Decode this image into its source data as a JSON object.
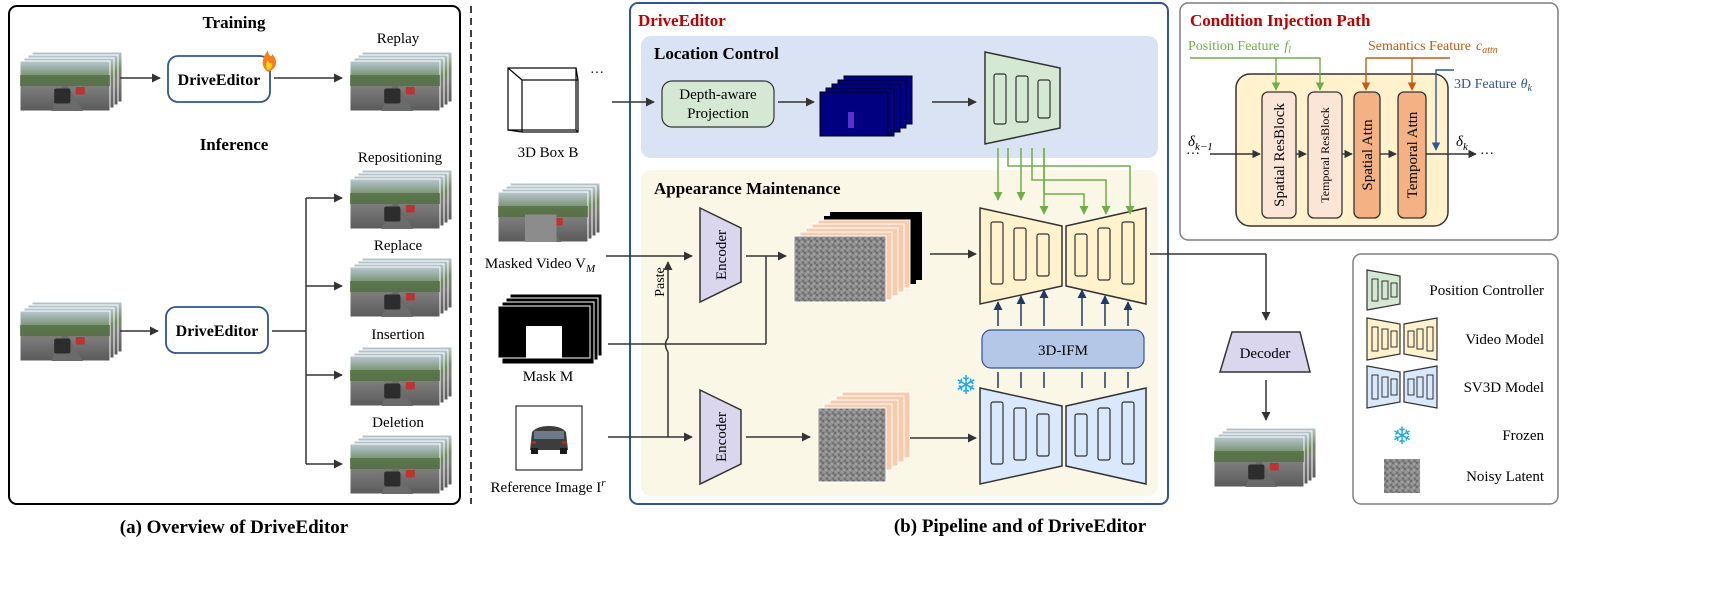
{
  "left_panel": {
    "training_title": "Training",
    "inference_title": "Inference",
    "model_name": "DriveEditor",
    "outputs": {
      "replay": "Replay",
      "repositioning": "Repositioning",
      "replace": "Replace",
      "insertion": "Insertion",
      "deletion": "Deletion"
    },
    "caption": "(a) Overview of DriveEditor"
  },
  "inputs": {
    "box": "3D Box B",
    "ellipsis": "···",
    "masked_video": "Masked Video V",
    "masked_video_sub": "M",
    "mask": "Mask M",
    "reference": "Reference Image I",
    "reference_sup": "r",
    "paste": "Paste"
  },
  "pipeline": {
    "title": "DriveEditor",
    "location_title": "Location Control",
    "projection_line1": "Depth-aware",
    "projection_line2": "Projection",
    "appearance_title": "Appearance  Maintenance",
    "encoder": "Encoder",
    "ifm": "3D-IFM",
    "decoder": "Decoder",
    "caption": "(b) Pipeline and  of DriveEditor"
  },
  "condition": {
    "title": "Condition  Injection  Path",
    "position_feature": "Position Feature",
    "position_symbol": "f",
    "position_sub": "l",
    "semantics_feature": "Semantics Feature",
    "semantics_symbol": "c",
    "semantics_sub": "attn",
    "feature_3d": "3D Feature",
    "feature_3d_symbol": "θ",
    "feature_3d_sub": "k",
    "delta_in": "δ",
    "delta_in_sub": "k−1",
    "delta_out": "δ",
    "delta_out_sub": "k",
    "dots": "···",
    "blocks": [
      "Spatial ResBlock",
      "Temporal  ResBlock",
      "Spatial Attn",
      "Temporal Attn"
    ]
  },
  "legend": {
    "position_controller": "Position Controller",
    "video_model": "Video Model",
    "sv3d_model": "SV3D Model",
    "frozen": "Frozen",
    "noisy_latent": "Noisy Latent"
  },
  "colors": {
    "accent_red": "#c00000",
    "pipeline_border": "#2f5597",
    "location_bg": "#dae3f3",
    "appearance_bg": "#fbf7e6",
    "green": "#70ad47",
    "orange": "#c55a11",
    "blue3d": "#2f5597",
    "cond_block": "#fbe5d6",
    "attn_block": "#f4b183",
    "position_fill": "#d5e8d4",
    "video_fill": "#fff2cc",
    "sv3d_fill": "#dae8fc",
    "ifm_fill": "#b4c7e7",
    "decoder_fill": "#d9d6ee",
    "frozen_color": "#1ea7ef"
  }
}
